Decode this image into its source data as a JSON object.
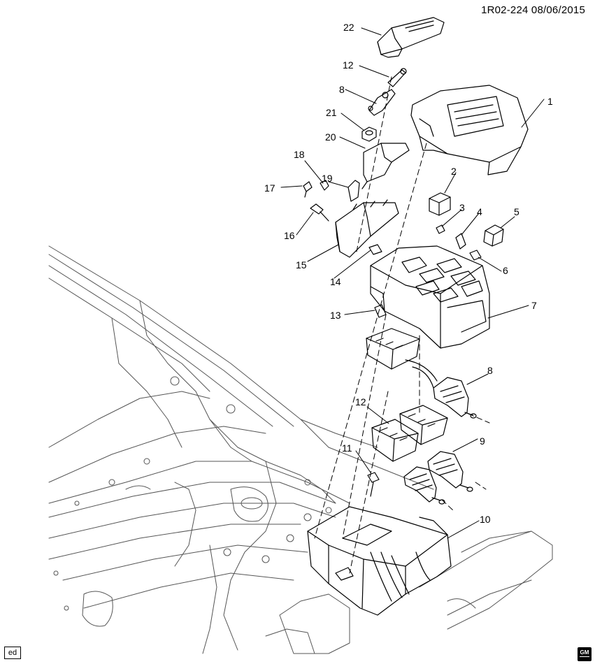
{
  "header": {
    "code": "1R02-224  08/06/2015"
  },
  "footer": {
    "badge": "ed",
    "logo_text": "GM"
  },
  "colors": {
    "line": "#000000",
    "body_line": "#555555",
    "background": "#ffffff"
  },
  "callouts": [
    {
      "id": "c1",
      "label": "1"
    },
    {
      "id": "c2",
      "label": "2"
    },
    {
      "id": "c3",
      "label": "3"
    },
    {
      "id": "c4",
      "label": "4"
    },
    {
      "id": "c5",
      "label": "5"
    },
    {
      "id": "c6",
      "label": "6"
    },
    {
      "id": "c7",
      "label": "7"
    },
    {
      "id": "c8a",
      "label": "8"
    },
    {
      "id": "c8b",
      "label": "8"
    },
    {
      "id": "c9",
      "label": "9"
    },
    {
      "id": "c10",
      "label": "10"
    },
    {
      "id": "c11",
      "label": "11"
    },
    {
      "id": "c12a",
      "label": "12"
    },
    {
      "id": "c12b",
      "label": "12"
    },
    {
      "id": "c13",
      "label": "13"
    },
    {
      "id": "c14",
      "label": "14"
    },
    {
      "id": "c15",
      "label": "15"
    },
    {
      "id": "c16",
      "label": "16"
    },
    {
      "id": "c17",
      "label": "17"
    },
    {
      "id": "c18",
      "label": "18"
    },
    {
      "id": "c19",
      "label": "19"
    },
    {
      "id": "c20",
      "label": "20"
    },
    {
      "id": "c21",
      "label": "21"
    },
    {
      "id": "c22",
      "label": "22"
    }
  ]
}
